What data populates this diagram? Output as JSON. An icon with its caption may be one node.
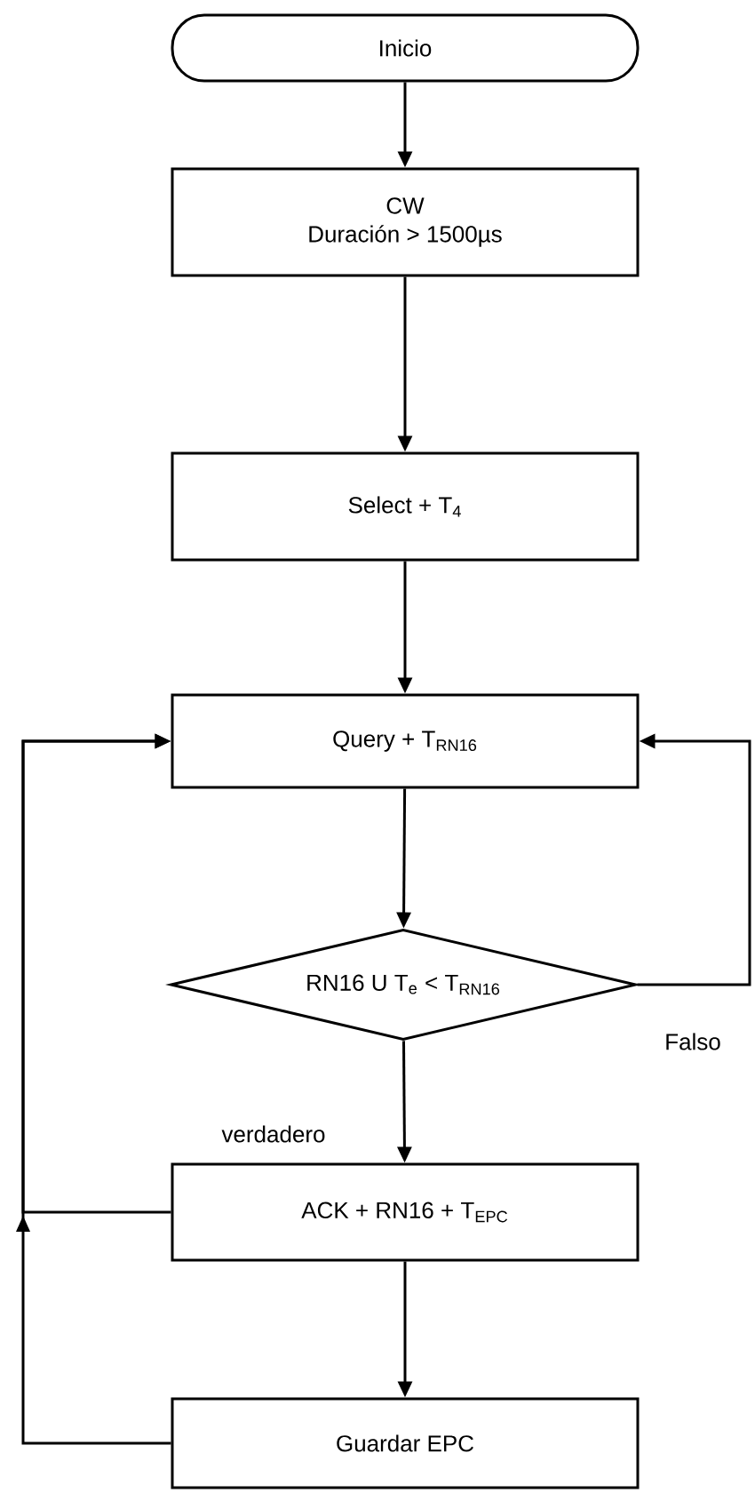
{
  "diagram": {
    "nodes": [
      {
        "text": [
          "Inicio"
        ]
      },
      {
        "text": [
          "CW",
          "Duración > 1500µs"
        ]
      },
      {
        "text": [
          "Select + T$_{4}$"
        ]
      },
      {
        "text": [
          "Query + T$_{RN16}$"
        ]
      },
      {
        "text": [
          "RN16 U T$_{e}$ < T$_{RN16}$"
        ]
      },
      {
        "text": [
          "ACK + RN16 + T$_{EPC}$"
        ]
      },
      {
        "text": [
          "Guardar EPC"
        ]
      }
    ],
    "edges": [
      {
        "from": 0,
        "to": 1,
        "arrow": "to"
      },
      {
        "from": 1,
        "to": 2,
        "arrow": "to"
      },
      {
        "from": 2,
        "to": 3,
        "arrow": "to"
      },
      {
        "from": 3,
        "to": 4,
        "arrow": "to"
      },
      {
        "from": 4,
        "to": 5,
        "arrow": "to",
        "label": "verdadero"
      },
      {
        "from": 4,
        "to": 3,
        "arrow": "to",
        "label": "Falso"
      },
      {
        "from": 5,
        "to": 6,
        "arrow": "to"
      },
      {
        "from": 5,
        "to": 3,
        "arrow": "to"
      },
      {
        "from": 6,
        "to": 3,
        "arrow": "to"
      }
    ]
  }
}
